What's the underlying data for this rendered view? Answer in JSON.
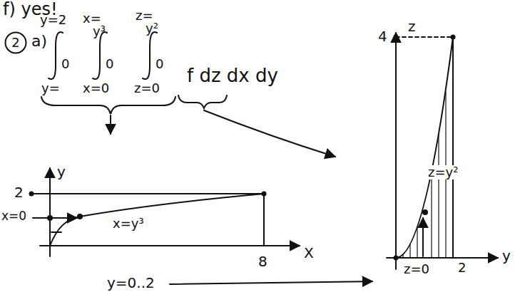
{
  "diagram": {
    "nodes": [
      {
        "text": [
          "2"
        ]
      }
    ],
    "labels": [
      "f) yes!",
      "a)",
      "y=2",
      "0",
      "y=",
      "x=",
      "y³",
      "0",
      "x=0",
      "z=",
      "y²",
      "0",
      "z=0",
      "f dz dx dy",
      "y",
      "2",
      "x=0",
      "x=y³",
      "8",
      "X",
      "y=0..2",
      "4",
      "z",
      "z=y²",
      "z=0",
      "2",
      "y"
    ]
  }
}
